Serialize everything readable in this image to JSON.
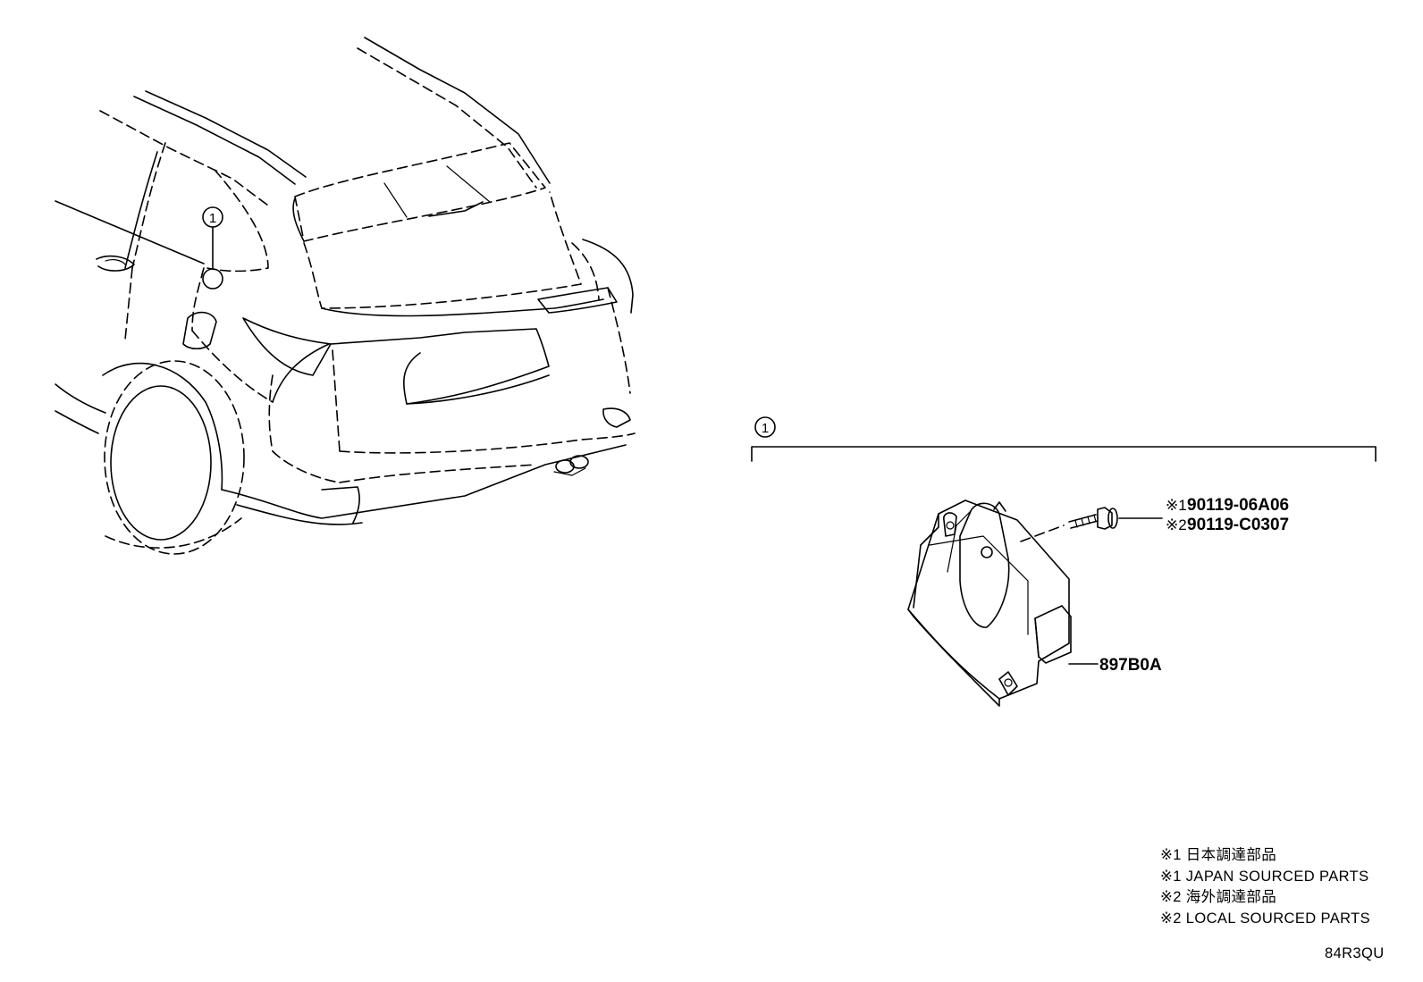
{
  "callout": {
    "vehicle_ref": "1",
    "group_ref": "1"
  },
  "parts": {
    "bolt_ref1": "※1",
    "bolt_no1": "90119-06A06",
    "bolt_ref2": "※2",
    "bolt_no2": "90119-C0307",
    "module_no": "897B0A"
  },
  "notes": [
    "※1 日本調達部品",
    "※1 JAPAN SOURCED PARTS",
    "※2 海外調達部品",
    "※2 LOCAL SOURCED PARTS"
  ],
  "diagram_id": "84R3QU"
}
